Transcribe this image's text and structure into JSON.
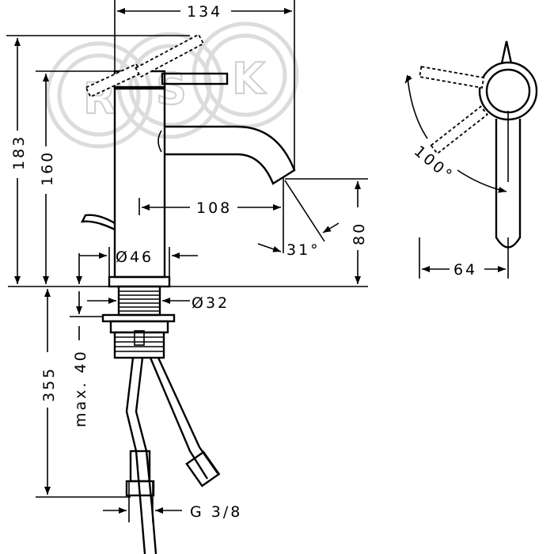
{
  "watermark": {
    "text": "RSK",
    "letters": [
      "R",
      "S",
      "K"
    ]
  },
  "dimensions": {
    "width_total": "134",
    "height_total": "183",
    "height_lever": "160",
    "spout_reach": "108",
    "spout_angle": "31°",
    "spout_height": "80",
    "base_diameter": "Ø46",
    "shank_diameter": "Ø32",
    "shank_length": "355",
    "max_thickness": "max. 40",
    "connection": "G 3/8",
    "lever_angle": "100°",
    "side_width": "64"
  }
}
